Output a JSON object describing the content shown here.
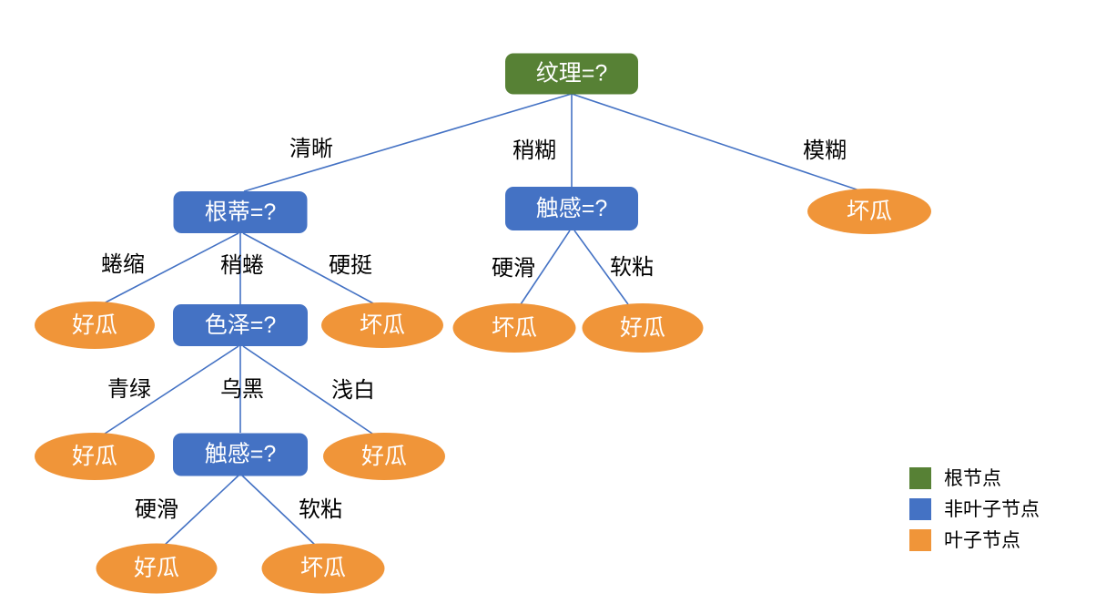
{
  "diagram": {
    "type": "decision-tree",
    "colors": {
      "root_node": "#578135",
      "internal_node": "#4472C4",
      "leaf_node": "#F09539",
      "edge_line": "#4472C4",
      "edge_label_text": "#000000"
    },
    "nodes": [
      {
        "id": "root-texture",
        "label": "纹理=?",
        "kind": "root"
      },
      {
        "id": "internal-gendi",
        "label": "根蒂=?",
        "kind": "internal"
      },
      {
        "id": "internal-chugan-1",
        "label": "触感=?",
        "kind": "internal"
      },
      {
        "id": "leaf-huaigua-top",
        "label": "坏瓜",
        "kind": "leaf"
      },
      {
        "id": "leaf-haogua-l3",
        "label": "好瓜",
        "kind": "leaf"
      },
      {
        "id": "internal-seze",
        "label": "色泽=?",
        "kind": "internal"
      },
      {
        "id": "leaf-huaigua-l3",
        "label": "坏瓜",
        "kind": "leaf"
      },
      {
        "id": "leaf-huaigua-mid",
        "label": "坏瓜",
        "kind": "leaf"
      },
      {
        "id": "leaf-haogua-mid",
        "label": "好瓜",
        "kind": "leaf"
      },
      {
        "id": "leaf-haogua-l4a",
        "label": "好瓜",
        "kind": "leaf"
      },
      {
        "id": "internal-chugan-2",
        "label": "触感=?",
        "kind": "internal"
      },
      {
        "id": "leaf-haogua-l4b",
        "label": "好瓜",
        "kind": "leaf"
      },
      {
        "id": "leaf-haogua-bot",
        "label": "好瓜",
        "kind": "leaf"
      },
      {
        "id": "leaf-huaigua-bot",
        "label": "坏瓜",
        "kind": "leaf"
      }
    ],
    "edge_labels": [
      "清晰",
      "稍糊",
      "模糊",
      "蜷缩",
      "稍蜷",
      "硬挺",
      "硬滑",
      "软粘",
      "青绿",
      "乌黑",
      "浅白",
      "硬滑",
      "软粘"
    ]
  },
  "legend": {
    "items": [
      {
        "label": "根节点",
        "color": "#578135"
      },
      {
        "label": "非叶子节点",
        "color": "#4472C4"
      },
      {
        "label": "叶子节点",
        "color": "#F09539"
      }
    ]
  }
}
